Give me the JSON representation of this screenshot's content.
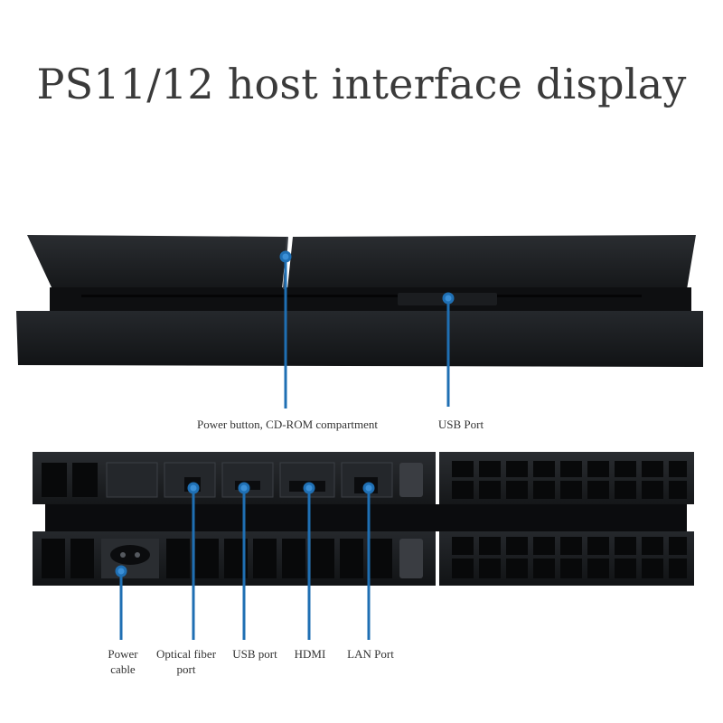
{
  "title": "PS11/12 host interface display",
  "colors": {
    "console_body": "#1d1f22",
    "vent_dark": "#0c0d0f",
    "callout_line": "#1f6fb3",
    "callout_dot": "#3b8fd6",
    "label_text": "#333333"
  },
  "front_view": {
    "labels": {
      "power_button": "Power button, CD-ROM compartment",
      "usb_port": "USB Port"
    }
  },
  "rear_view": {
    "labels": {
      "power_cable": "Power\ncable",
      "optical_port": "Optical fiber\nport",
      "usb_port": "USB port",
      "hdmi": "HDMI",
      "lan_port": "LAN Port"
    }
  }
}
